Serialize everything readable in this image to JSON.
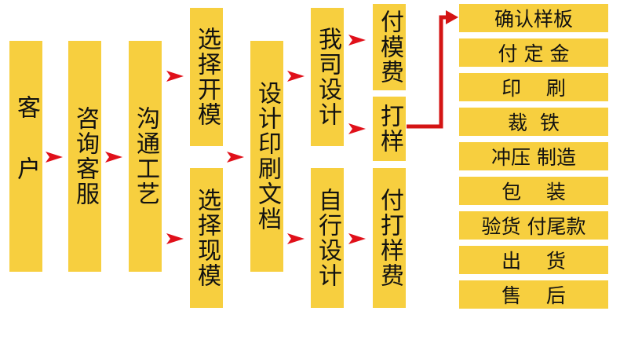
{
  "flow": {
    "customer": "客户",
    "consult": "咨询客服",
    "process": "沟通工艺",
    "open_mold": "选择开模",
    "existing_mold": "选择现模",
    "design_print": "设计印刷文档",
    "our_design": "我司设计",
    "self_design": "自行设计",
    "pay_mold_fee": "付模费",
    "sample": "打样",
    "pay_sample_fee": "付打样费"
  },
  "steps": [
    {
      "label": "确认样板"
    },
    {
      "label": "付 定 金"
    },
    {
      "label": "印    刷"
    },
    {
      "label": "裁  铁"
    },
    {
      "label": "冲压 制造"
    },
    {
      "label": "包    装"
    },
    {
      "label": "验货 付尾款"
    },
    {
      "label": "出    货"
    },
    {
      "label": "售    后"
    }
  ],
  "colors": {
    "box_fill": "#f7cf3f",
    "arrow": "#e0101a",
    "connector": "#d41414"
  }
}
